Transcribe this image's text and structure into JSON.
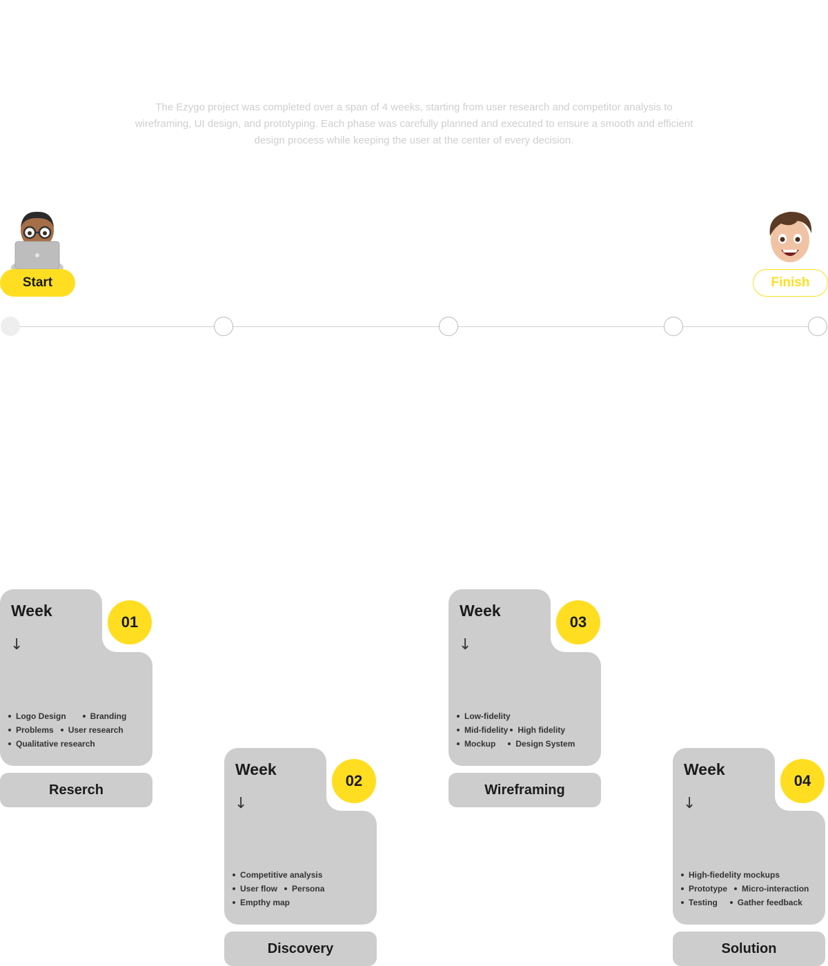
{
  "intro": {
    "text": "The Ezygo project was completed over a span of 4 weeks, starting from user research and competitor analysis to wireframing, UI design, and prototyping. Each phase was carefully planned and executed to ensure a smooth and efficient design process while keeping the user at the center of every decision."
  },
  "timeline": {
    "start_label": "Start",
    "finish_label": "Finish",
    "accent_color": "#FFDE21",
    "nodes": 5
  },
  "weeks": [
    {
      "heading": "Week",
      "arrow": "↓",
      "number": "01",
      "phase": "Reserch",
      "tasks": [
        [
          "Logo Design",
          "Branding"
        ],
        [
          "Problems",
          "User research"
        ],
        [
          "Qualitative research"
        ]
      ]
    },
    {
      "heading": "Week",
      "arrow": "↓",
      "number": "02",
      "phase": "Discovery",
      "tasks": [
        [
          "Competitive analysis"
        ],
        [
          "User flow",
          "Persona"
        ],
        [
          "Empthy map"
        ]
      ]
    },
    {
      "heading": "Week",
      "arrow": "↓",
      "number": "03",
      "phase": "Wireframing",
      "tasks": [
        [
          "Low-fidelity"
        ],
        [
          "Mid-fidelity",
          "High fidelity"
        ],
        [
          "Mockup",
          "Design System"
        ]
      ]
    },
    {
      "heading": "Week",
      "arrow": "↓",
      "number": "04",
      "phase": "Solution",
      "tasks": [
        [
          "High-fiedelity mockups"
        ],
        [
          "Prototype",
          "Micro-interaction"
        ],
        [
          "Testing",
          "Gather feedback"
        ]
      ]
    }
  ]
}
